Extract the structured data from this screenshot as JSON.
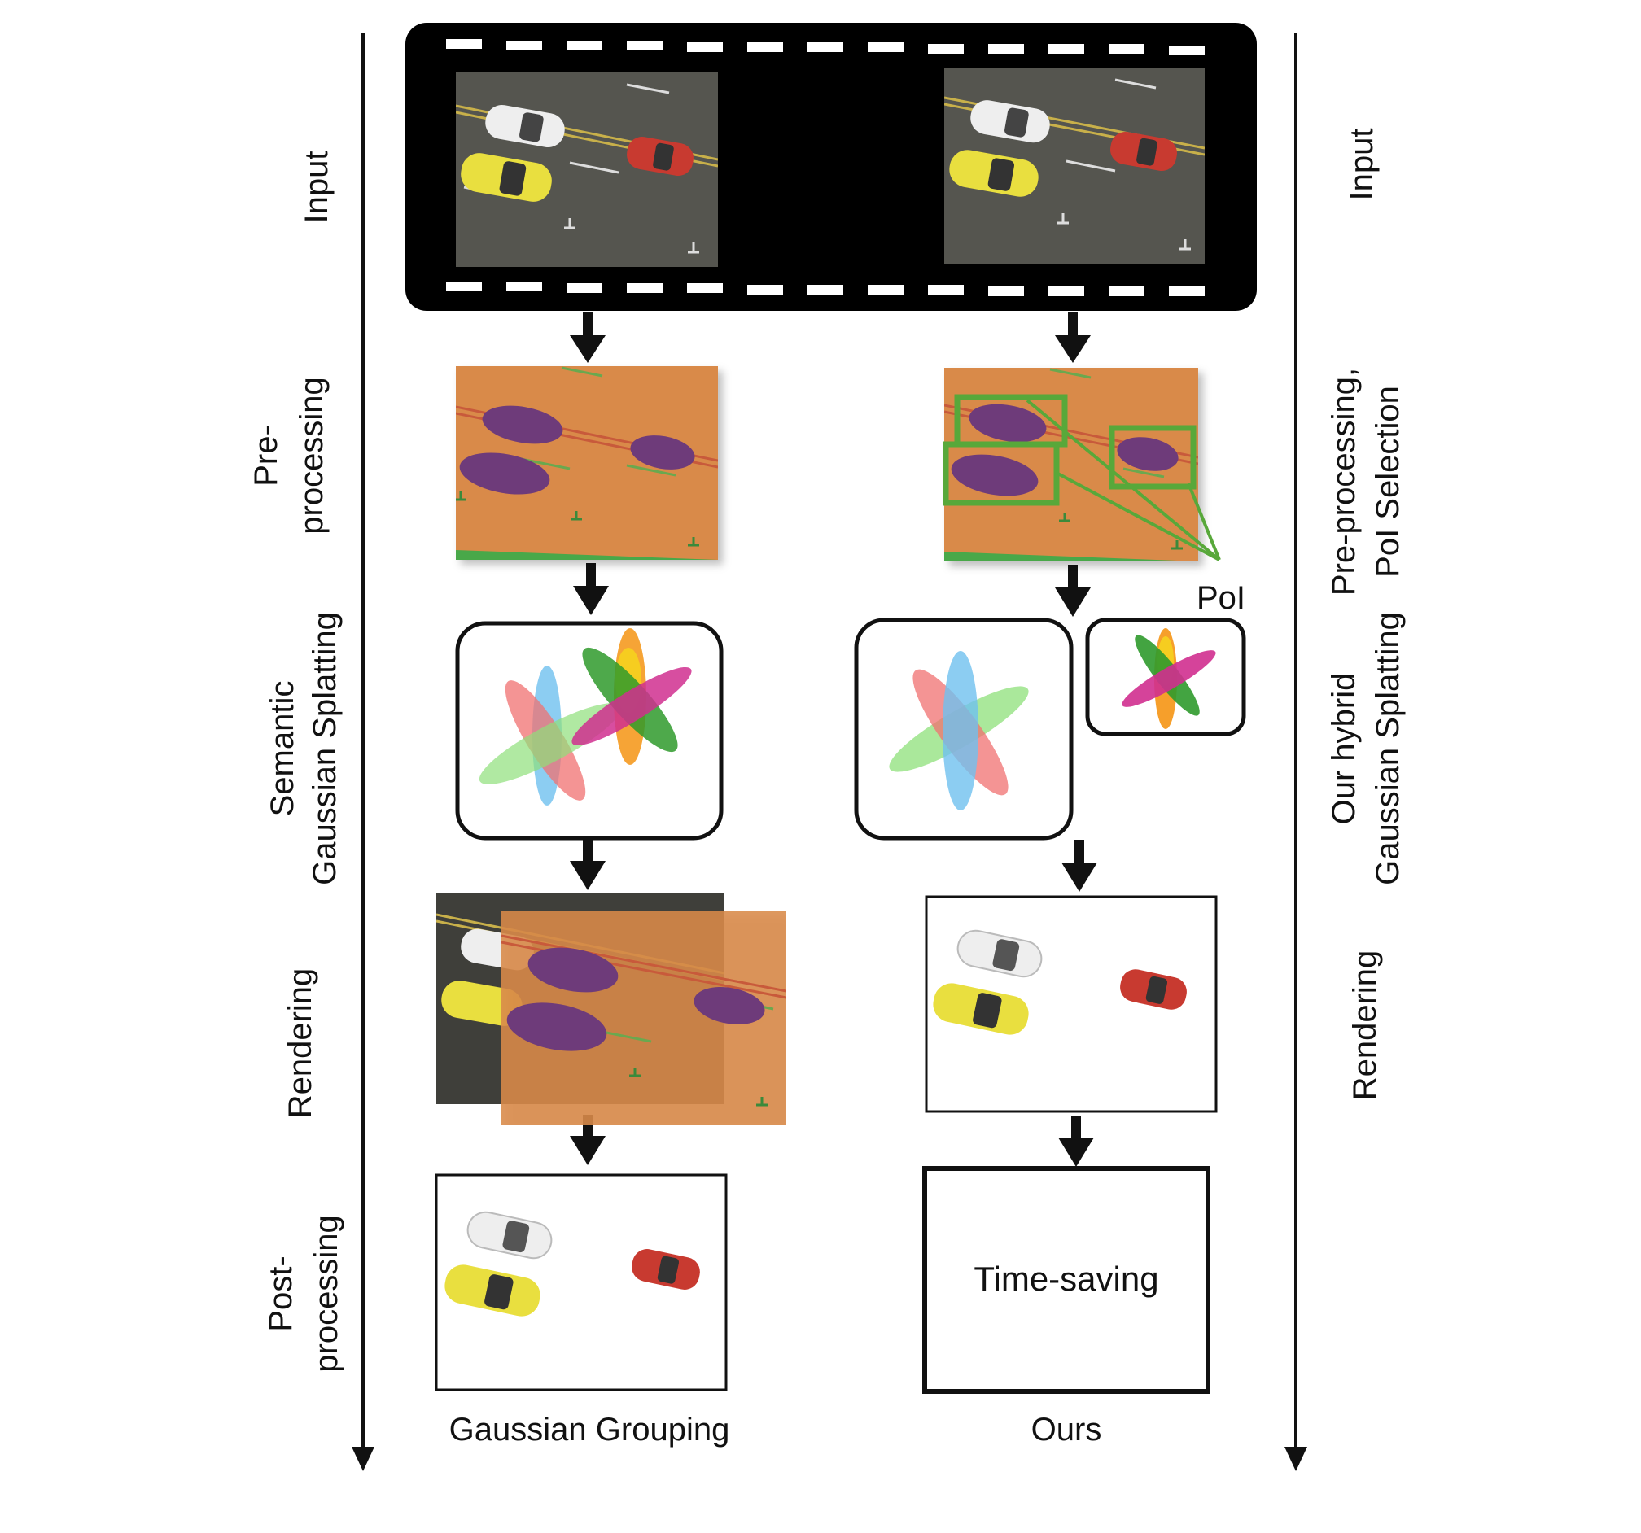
{
  "stage_labels_left": {
    "input": "Input",
    "preprocessing_line1": "Pre-",
    "preprocessing_line2": "processing",
    "splatting_line1": "Semantic",
    "splatting_line2": "Gaussian Splatting",
    "rendering": "Rendering",
    "postprocessing_line1": "Post-",
    "postprocessing_line2": "processing"
  },
  "stage_labels_right": {
    "input": "Input",
    "preprocessing_line1": "Pre-processing,",
    "preprocessing_line2": "PoI Selection",
    "splatting_line1": "Our hybrid",
    "splatting_line2": "Gaussian Splatting",
    "rendering": "Rendering"
  },
  "poi_label": "PoI",
  "time_saving_label": "Time-saving",
  "column_titles": {
    "left": "Gaussian Grouping",
    "right": "Ours"
  },
  "colors": {
    "road": "#55554f",
    "seg_orange": "#d98a4a",
    "car_purple": "#6e3a7a",
    "poi_green": "#58a83a",
    "ellipse_red": "#f07070",
    "ellipse_blue": "#6fc0ef",
    "ellipse_lightgreen": "#8ee07a",
    "ellipse_darkgreen": "#2f9a2c",
    "ellipse_yellow": "#f5d020",
    "ellipse_orange": "#f59a20",
    "ellipse_magenta": "#d02f8f",
    "car_white": "#eeeeee",
    "car_yellow": "#e9df3f",
    "car_red": "#c83a30"
  }
}
